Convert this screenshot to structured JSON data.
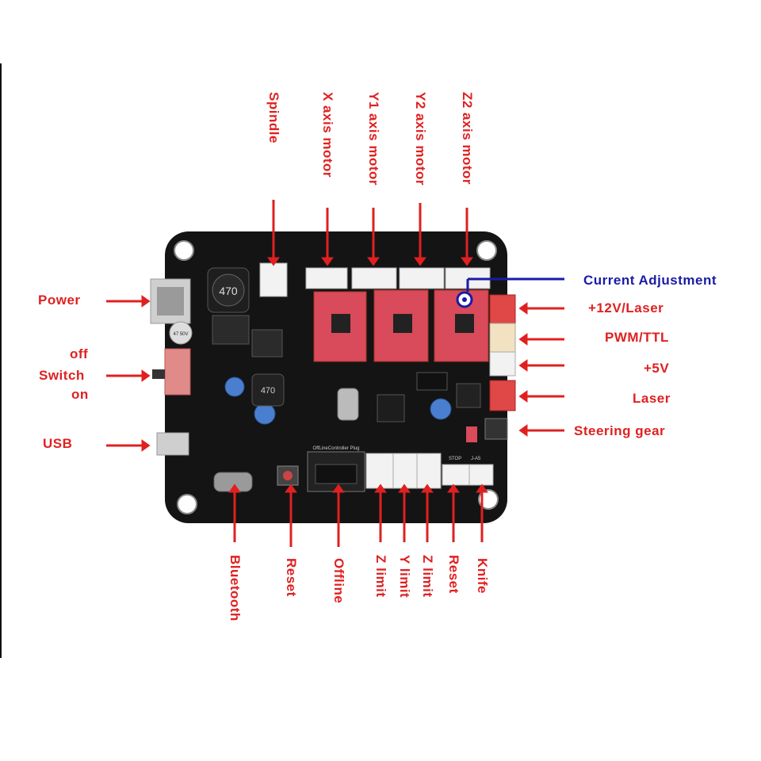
{
  "labels": {
    "top": {
      "spindle": "Spindle",
      "x_motor": "X axis motor",
      "y1_motor": "Y1 axis motor",
      "y2_motor": "Y2 axis motor",
      "z2_motor": "Z2 axis motor"
    },
    "left": {
      "power": "Power",
      "off": "off",
      "switch": "Switch",
      "on": "on",
      "usb": "USB"
    },
    "right": {
      "current_adjustment": "Current Adjustment",
      "plus12v_laser": "+12V/Laser",
      "pwm_ttl": "PWM/TTL",
      "plus5v": "+5V",
      "laser": "Laser",
      "steering_gear": "Steering gear"
    },
    "bottom": {
      "bluetooth": "Bluetooth",
      "reset1": "Reset",
      "offline": "Offline",
      "x_limit": "Z limit",
      "y_limit": "Y limit",
      "z_limit": "Z limit",
      "reset2": "Reset",
      "knife": "Knife"
    }
  },
  "board_text": {
    "inductor1": "470",
    "inductor2": "470",
    "cap": "47 50V",
    "offline_plug": "OffLineController Plug",
    "stop": "STOP",
    "a5": "J-A5"
  },
  "colors": {
    "label_red": "#e02020",
    "label_blue": "#1a1aa8",
    "board": "#141414",
    "driver": "#d94a5a"
  }
}
